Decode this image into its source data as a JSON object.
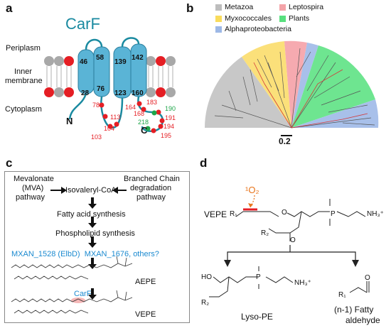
{
  "panels": {
    "a": {
      "letter": "a",
      "title": "CarF",
      "labels": {
        "periplasm": "Periplasm",
        "inner_membrane_1": "Inner",
        "inner_membrane_2": "membrane",
        "cytoplasm": "Cytoplasm",
        "n_term": "N",
        "c_term": "C"
      },
      "helix_top": [
        "46",
        "58",
        "139",
        "142"
      ],
      "helix_bottom": [
        "28",
        "76",
        "123",
        "160"
      ],
      "red_residues": [
        "78",
        "113",
        "104",
        "103",
        "164",
        "168",
        "183",
        "191",
        "194",
        "195"
      ],
      "green_residues": [
        "190",
        "218"
      ],
      "colors": {
        "helix": "#5ab4d6",
        "red": "#e51e24",
        "green": "#1fa64a",
        "teal": "#1a8aa0"
      }
    },
    "b": {
      "letter": "b",
      "legend": [
        {
          "name": "Metazoa",
          "color": "#bdbdbd"
        },
        {
          "name": "Leptospira",
          "color": "#f4a3a8"
        },
        {
          "name": "Myxococcales",
          "color": "#f9dc5c"
        },
        {
          "name": "Plants",
          "color": "#58e07e"
        },
        {
          "name": "Alphaproteobacteria",
          "color": "#9db8e6"
        }
      ],
      "scale": "0.2"
    },
    "c": {
      "letter": "c",
      "mva_1": "Mevalonate",
      "mva_2": "(MVA)",
      "mva_3": "pathway",
      "bc_1": "Branched Chain",
      "bc_2": "degradation",
      "bc_3": "pathway",
      "isovaleryl": "Isovaleryl-CoA",
      "fatty_acid": "Fatty acid synthesis",
      "phospholipid": "Phospholipid synthesis",
      "enzymes": "MXAN_1528 (ElbD)  MXAN_1676, others?",
      "aepe": "AEPE",
      "carf": "CarF",
      "vepe": "VEPE",
      "enzyme_color": "#1b8ad0"
    },
    "d": {
      "letter": "d",
      "vepe": "VEPE",
      "singlet_o2": "¹O₂",
      "r1": "R₁",
      "r2": "R₂",
      "o": "O",
      "p": "P",
      "nh3": "NH₃⁺",
      "ho": "HO",
      "lyso": "Lyso-PE",
      "aldehyde_1": "(n-1) Fatty",
      "aldehyde_2": "aldehyde"
    }
  }
}
